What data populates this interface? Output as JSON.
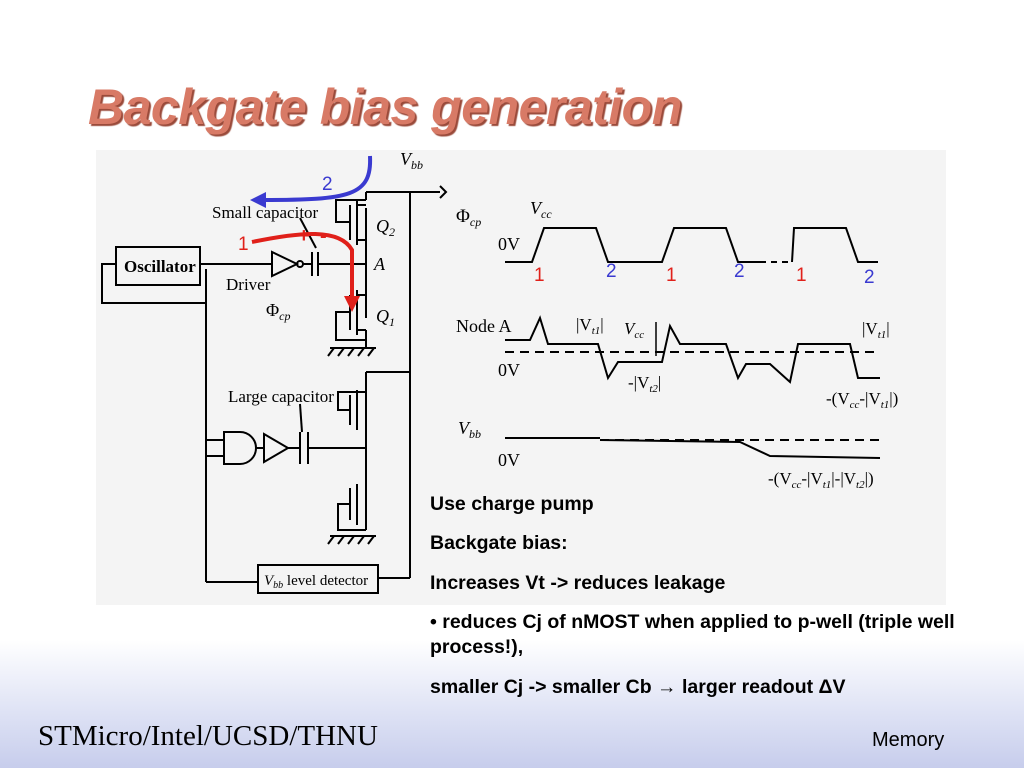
{
  "slide": {
    "title": "Backgate bias generation",
    "footer_left": "STMicro/Intel/UCSD/THNU",
    "footer_right": "Memory"
  },
  "colors": {
    "title": "#d87a66",
    "red_marker": "#e0201a",
    "blue_marker": "#3a3ad0"
  },
  "circuit": {
    "oscillator": "Oscillator",
    "small_capacitor": "Small capacitor",
    "driver": "Driver",
    "phi": "Φ",
    "phi_sub": "cp",
    "node_a": "A",
    "q2": "Q",
    "q2_sub": "2",
    "q1": "Q",
    "q1_sub": "1",
    "vbb": "V",
    "vbb_sub": "bb",
    "large_capacitor": "Large capacitor",
    "level_detector_v": "V",
    "level_detector_sub": "bb",
    "level_detector_rest": " level detector",
    "path1": "1",
    "path2": "2",
    "plus": "+",
    "minus": "-"
  },
  "waveforms": {
    "phi": "Φ",
    "phi_sub": "cp",
    "vcc": "V",
    "vcc_sub": "cc",
    "zero_v": "0V",
    "phase_labels": [
      "1",
      "2",
      "1",
      "2",
      "1",
      "2"
    ],
    "node_a": "Node A",
    "vt1_label": "|V",
    "vt1_sub": "t1",
    "vt1_close": "|",
    "vcc2": "V",
    "vcc2_sub": "cc",
    "neg_vt2": "-|V",
    "neg_vt2_sub": "t2",
    "neg_vt2_close": "|",
    "vt1_right": "|V",
    "vt1_right_sub": "t1",
    "vt1_right_close": "|",
    "neg_vcc_vt1": "-(V",
    "neg_vcc_vt1_sub1": "cc",
    "neg_vcc_vt1_mid": "-|V",
    "neg_vcc_vt1_sub2": "t1",
    "neg_vcc_vt1_close": "|)",
    "vbb": "V",
    "vbb_sub": "bb",
    "final_open": "-(V",
    "final_sub1": "cc",
    "final_mid1": "-|V",
    "final_sub2": "t1",
    "final_mid2": "|-|V",
    "final_sub3": "t2",
    "final_close": "|)"
  },
  "notes": {
    "line1": "Use charge pump",
    "line2": "Backgate bias:",
    "line3": "Increases Vt -> reduces leakage",
    "line4": "• reduces Cj of nMOST when applied to p-well (triple well process!),",
    "line5": "smaller Cj -> smaller Cb → larger readout ΔV"
  }
}
